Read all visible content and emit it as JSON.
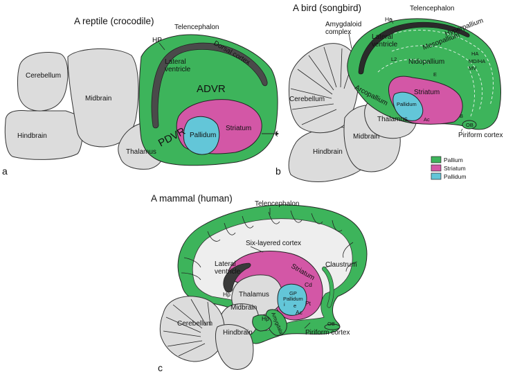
{
  "colors": {
    "pallium": "#3db45b",
    "striatum": "#d357a6",
    "pallidum": "#63c6d8",
    "tissue": "#dcdcdc"
  },
  "panel_a": {
    "letter": "a",
    "title": "A reptile (crocodile)",
    "labels": {
      "telencephalon": "Telencephalon",
      "hp": "HP",
      "lateral_ventricle": "Lateral\nventricle",
      "dorsal_cortex": "Dorsal cortex",
      "advr": "ADVR",
      "pdvr": "PDVR",
      "pallidum": "Pallidum",
      "striatum": "Striatum",
      "cerebellum": "Cerebellum",
      "midbrain": "Midbrain",
      "hindbrain": "Hindbrain",
      "thalamus": "Thalamus"
    }
  },
  "panel_b": {
    "letter": "b",
    "title": "A bird (songbird)",
    "labels": {
      "telencephalon": "Telencephalon",
      "hp": "Hp",
      "amygdaloid": "Amygdaloid\ncomplex",
      "lateral_ventricle": "Lateral\nventricle",
      "hyperpallium": "Hyperpallium",
      "mesopallium": "Mesopallium",
      "ha": "HA",
      "md_ha": "MD/HA",
      "mv": "MV",
      "l2": "L2",
      "nidopallium": "Nidopallium",
      "e": "E",
      "arcopallium": "Arcopallium",
      "striatum": "Striatum",
      "pallidum": "Pallidum",
      "ac": "Ac",
      "b": "B",
      "cerebellum": "Cerebellum",
      "thalamus": "Thalamus",
      "midbrain": "Midbrain",
      "hindbrain": "Hindbrain",
      "ob": "OB",
      "piriform_cortex": "Piriform cortex"
    },
    "legend": [
      "Pallium",
      "Striatum",
      "Pallidum"
    ]
  },
  "panel_c": {
    "letter": "c",
    "title": "A mammal (human)",
    "labels": {
      "telencephalon": "Telencephalon",
      "six_layered": "Six-layered cortex",
      "lateral_ventricle": "Lateral\nventricle",
      "claustrum": "Claustrum",
      "striatum": "Striatum",
      "cd": "Cd",
      "thalamus": "Thalamus",
      "hp_upper": "Hp",
      "gp": "GP",
      "pallidum": "Pallidum",
      "i": "i",
      "e": "e",
      "pt": "Pt",
      "ac": "Ac",
      "midbrain": "Midbrain",
      "hp_lower": "Hp",
      "amygdala": "Amygdala",
      "cerebellum": "Cerebellum",
      "hindbrain": "Hindbrain",
      "ob": "OB",
      "piriform_cortex": "Piriform cortex"
    }
  }
}
